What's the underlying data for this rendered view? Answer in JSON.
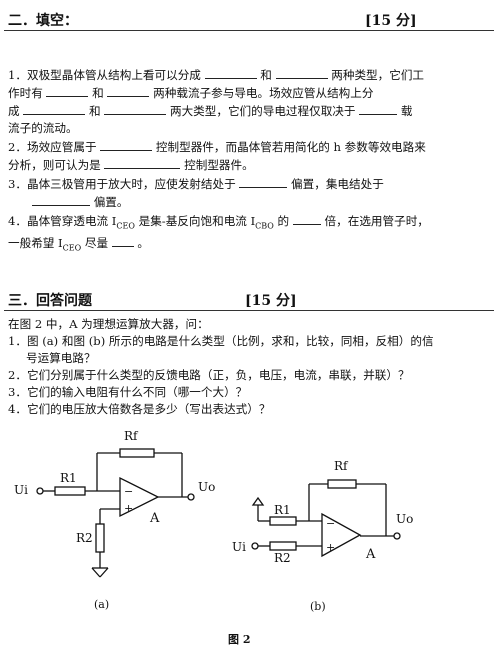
{
  "section1": {
    "title": "二．填空：",
    "score": "[15 分]",
    "q1": {
      "a": "1．双极型晶体管从结构上看可以分成",
      "b": "和",
      "c": "两种类型，它们工",
      "d": "作时有",
      "e": "和",
      "f": "两种载流子参与导电。场效应管从结构上分",
      "g": "成",
      "h": "和",
      "i": "两大类型，它们的导电过程仅取决于",
      "j": "载",
      "k": "流子的流动。"
    },
    "q2": {
      "a": "2．场效应管属于",
      "b": "控制型器件，而晶体管若用简化的 h 参数等效电路来",
      "c": "分析，则可认为是",
      "d": "控制型器件。"
    },
    "q3": {
      "a": "3．晶体三极管用于放大时，应使发射结处于",
      "b": "偏置，集电结处于",
      "c": "偏置。"
    },
    "q4": {
      "a": "4．晶体管穿透电流 I",
      "sub1": "CEO",
      "b": " 是集-基反向饱和电流 I",
      "sub2": "CBO",
      "c": " 的",
      "d": "倍，在选用管子时，",
      "e": "一般希望 I",
      "sub3": "CEO",
      "f": " 尽量",
      "g": "。"
    }
  },
  "section2": {
    "title": "三．回答问题",
    "score": "[15 分]",
    "intro": "在图 2 中，A 为理想运算放大器，问：",
    "q1a": "1．图 (a) 和图 (b) 所示的电路是什么类型（比例，求和，比较，同相，反相）的信",
    "q1b": "号运算电路？",
    "q2": "2．它们分别属于什么类型的反馈电路（正，负，电压，电流，串联，并联）？",
    "q3": "3．它们的输入电阻有什么不同（哪一个大）？",
    "q4": "4．它们的电压放大倍数各是多少（写出表达式）？"
  },
  "figure": {
    "a": {
      "rf": "Rf",
      "r1": "R1",
      "r2": "R2",
      "ui": "Ui",
      "uo": "Uo",
      "amp": "A",
      "caption": "(a)"
    },
    "b": {
      "rf": "Rf",
      "r1": "R1",
      "r2": "R2",
      "ui": "Ui",
      "uo": "Uo",
      "amp": "A",
      "caption": "(b)"
    },
    "caption": "图 2"
  }
}
